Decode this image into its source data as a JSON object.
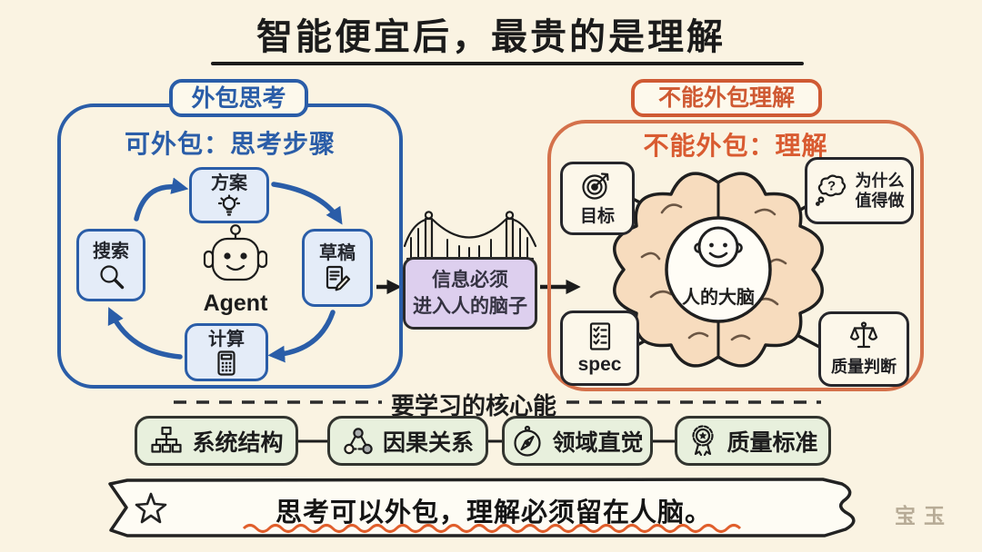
{
  "title": "智能便宜后，最贵的是理解",
  "left_panel": {
    "badge": "外包思考",
    "subtitle": "可外包：思考步骤",
    "agent_label": "Agent",
    "nodes": {
      "plan": "方案",
      "search": "搜索",
      "draft": "草稿",
      "compute": "计算"
    }
  },
  "bridge_note": {
    "line1": "信息必须",
    "line2": "进入人的脑子"
  },
  "right_panel": {
    "badge": "不能外包理解",
    "subtitle": "不能外包：理解",
    "brain_label": "人的大脑",
    "nodes": {
      "goal": "目标",
      "why_line1": "为什么",
      "why_line2": "值得做",
      "spec": "spec",
      "quality": "质量判断"
    }
  },
  "skills": {
    "heading": "要学习的核心能力",
    "items": [
      {
        "label": "系统结构",
        "icon": "org-chart"
      },
      {
        "label": "因果关系",
        "icon": "causal-graph"
      },
      {
        "label": "领域直觉",
        "icon": "compass"
      },
      {
        "label": "质量标准",
        "icon": "award-rosette"
      }
    ]
  },
  "banner": {
    "text": "思考可以外包，理解必须留在人脑。",
    "star": "star-outline"
  },
  "signature": "宝玉",
  "icons": {
    "plan": "lightbulb",
    "search": "magnifying-glass",
    "draft": "document-pencil",
    "compute": "calculator",
    "agent": "robot-face",
    "middle": "suspension-bridge",
    "goal": "target-dart",
    "why": "thought-bubble-question",
    "spec": "checklist",
    "quality": "balance-scale"
  },
  "colors": {
    "background": "#faf3e2",
    "blue": "#2a5da8",
    "node_blue_fill": "#e4ecf8",
    "orange_border": "#d4714b",
    "orange_text": "#d95b31",
    "purple_fill": "#ddcfee",
    "brain_fill": "#f7dcbe",
    "green_fill": "#e8f0dd",
    "ink": "#1c1c1c",
    "wave_underline": "#e05e2b",
    "signature_gray": "#b7ab96"
  }
}
